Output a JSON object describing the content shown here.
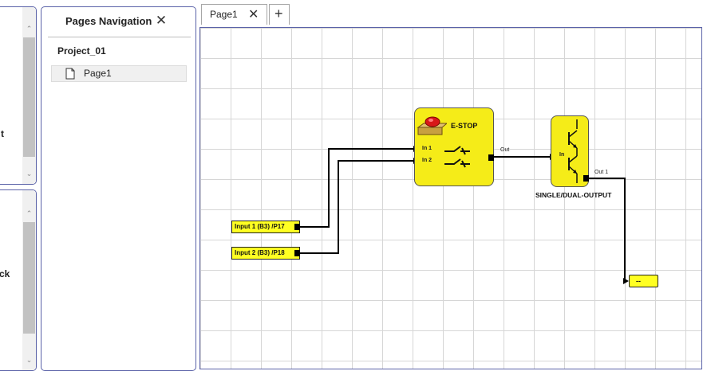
{
  "left_panel_top": {
    "clip_text": "t"
  },
  "left_panel_bottom": {
    "clip_text": "ck"
  },
  "pages_nav": {
    "title": "Pages Navigation",
    "close_icon": "close-icon",
    "project": "Project_01",
    "page": "Page1"
  },
  "tabs": {
    "active_label": "Page1",
    "add_label": "+",
    "close_glyph": "✕"
  },
  "diagram": {
    "input1": "Input 1 (B3) /P17",
    "input2": "Input 2 (B3) /P18",
    "estop": {
      "title": "E-STOP",
      "in1": "In 1",
      "in2": "In 2",
      "out": "Out"
    },
    "output_block": {
      "in": "In",
      "out": "Out 1",
      "title": "SINGLE/DUAL-OUTPUT"
    },
    "terminal": "--"
  },
  "colors": {
    "block": "#f5ec18",
    "input": "#ffff22",
    "border": "#5a62a8"
  }
}
